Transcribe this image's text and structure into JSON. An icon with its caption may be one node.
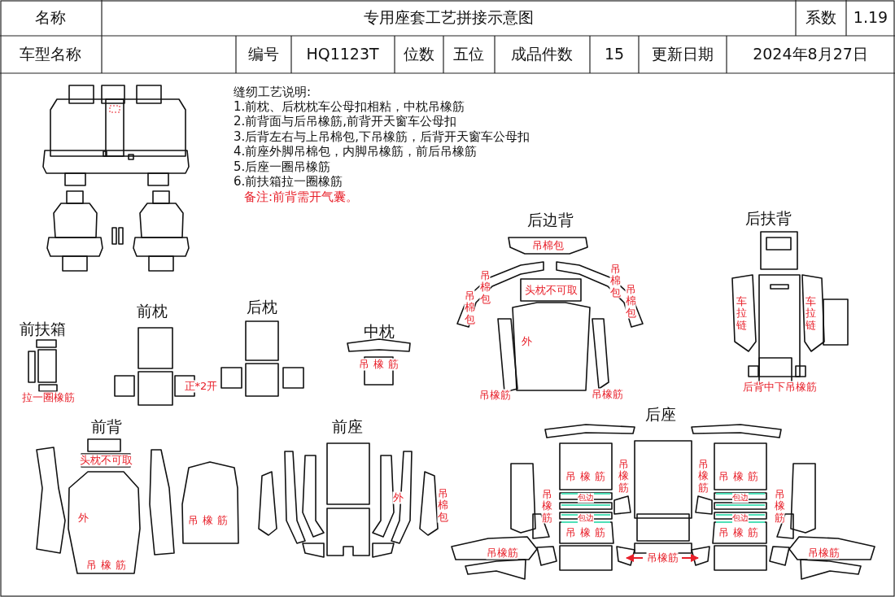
{
  "diagram": {
    "labels": [
      "名称",
      "专用座套工艺拼接示意图",
      "系数",
      "1.19",
      "车型名称",
      "编号",
      "HQ1123T",
      "位数",
      "五位",
      "成品件数",
      "15",
      "更新日期",
      "2024年8月27日",
      "缝纫工艺说明:",
      "1.前枕、后枕枕车公母扣相粘，中枕吊橡筋",
      "2.前背面与后吊橡筋,前背开天窗车公母扣",
      "3.后背左右与上吊棉包,下吊橡筋，后背开天窗车公母扣",
      "4.前座外脚吊棉包，内脚吊橡筋，前后吊橡筋",
      "5.后座一圈吊橡筋",
      "6.前扶箱拉一圈橡筋",
      "备注:前背需开气囊。",
      "后边背",
      "后扶背",
      "吊棉包",
      "吊棉包",
      "吊棉包",
      "吊棉包",
      "吊棉包",
      "头枕不可取",
      "车拉链",
      "车拉链",
      "前扶箱",
      "前枕",
      "后枕",
      "中枕",
      "外",
      "吊橡筋",
      "拉一圈橡筋",
      "正*2开",
      "后背中下吊橡筋",
      "吊橡筋",
      "吊橡筋",
      "后座",
      "前背",
      "前座",
      "头枕不可取",
      "吊橡筋",
      "吊橡筋",
      "吊橡筋",
      "吊橡筋",
      "包边",
      "包边",
      "吊橡筋",
      "吊橡筋",
      "外",
      "吊棉包",
      "包边",
      "包边",
      "外",
      "吊橡筋",
      "吊橡筋",
      "吊橡筋",
      "吊橡筋",
      "吊橡筋",
      "吊橡筋",
      "吊橡筋"
    ]
  }
}
